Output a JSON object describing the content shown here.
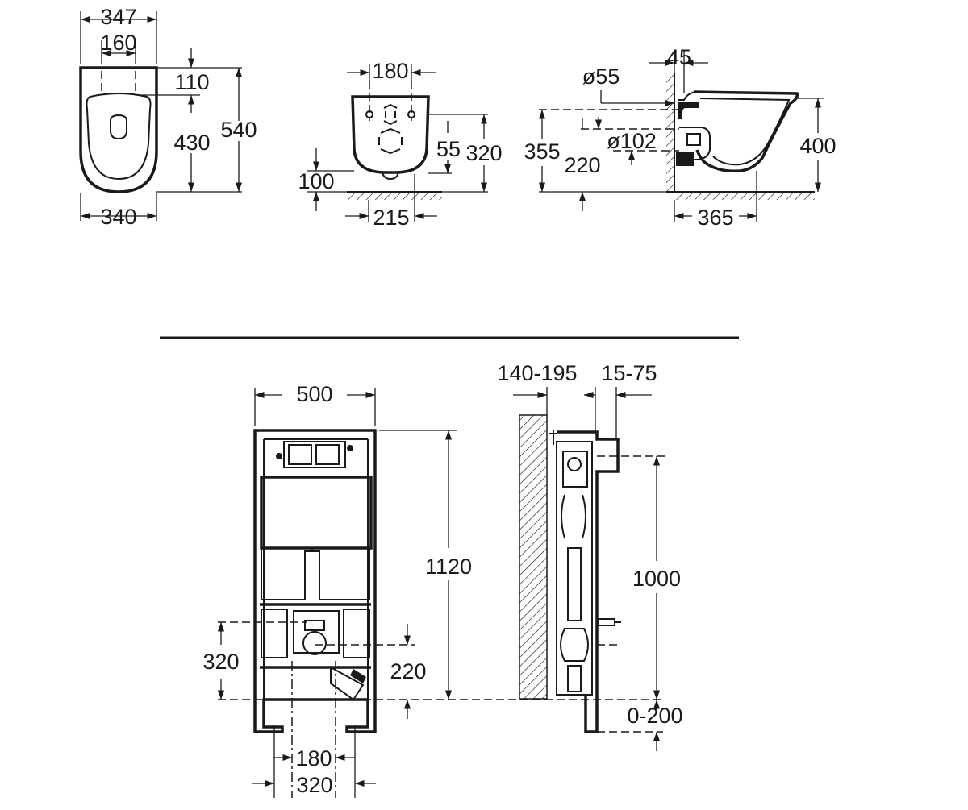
{
  "top_front_view": {
    "width_top": "347",
    "seat_fixing": "160",
    "fixing_offset": "110",
    "seat_length": "430",
    "total_length": "540",
    "width_bottom": "340"
  },
  "top_rear_view": {
    "fixing_spacing": "180",
    "height_55": "55",
    "height_320": "320",
    "height_100": "100",
    "depth_215": "215"
  },
  "top_side_view": {
    "wall_45": "45",
    "inlet_diameter": "ø55",
    "outlet_diameter": "ø102",
    "height_355": "355",
    "height_220": "220",
    "height_400": "400",
    "depth_365": "365"
  },
  "frame_front_view": {
    "width_500": "500",
    "height_1120": "1120",
    "height_320": "320",
    "height_220": "220",
    "spacing_180": "180",
    "spacing_320": "320"
  },
  "frame_side_view": {
    "depth_range": "140-195",
    "wall_range": "15-75",
    "height_1000": "1000",
    "leg_range": "0-200"
  }
}
